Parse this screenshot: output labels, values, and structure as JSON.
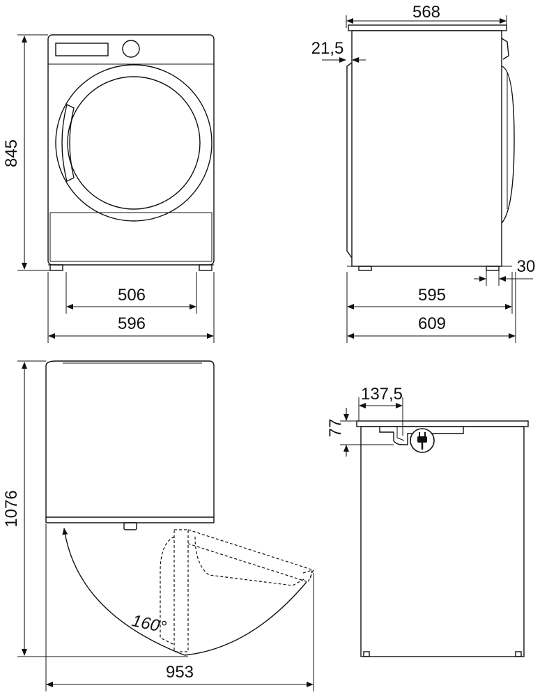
{
  "front_view": {
    "height": "845",
    "feet_spacing": "506",
    "width": "596"
  },
  "side_view": {
    "depth_top": "568",
    "back_offset": "21,5",
    "foot_offset": "30",
    "depth_body": "595",
    "depth_total": "609"
  },
  "top_view": {
    "depth_door_closed": "1076",
    "door_angle": "160°",
    "depth_door_open": "953"
  },
  "back_view": {
    "plug_offset_x": "137,5",
    "plug_offset_y": "77"
  },
  "icons": {
    "plug": "power-plug-icon"
  }
}
